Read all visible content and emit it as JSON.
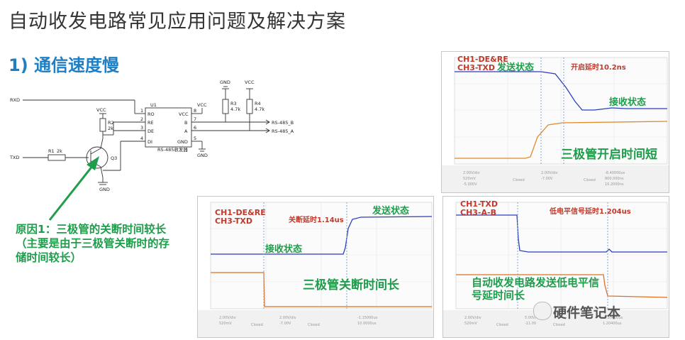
{
  "title": "自动收发电路常见应用问题及解决方案",
  "subtitle": "1) 通信速度慢",
  "circuit": {
    "labels": {
      "rxd": "RXD",
      "txd": "TXD",
      "u1": "U1",
      "ro": "RO",
      "re": "RE",
      "de": "DE",
      "di": "DI",
      "vcc_pin": "VCC",
      "b": "B",
      "a": "A",
      "gnd_pin": "GND",
      "chip": "RS-485收发器",
      "vcc1": "VCC",
      "vcc2": "VCC",
      "vcc3": "VCC",
      "gnd1": "GND",
      "gnd2": "GND",
      "gnd3": "GND",
      "r1": "R1",
      "r1v": "2k",
      "r2": "R2",
      "r2v": "2k",
      "r3": "R3",
      "r3v": "4.7k",
      "r4": "R4",
      "r4v": "4.7k",
      "q3": "Q3",
      "rs485b": "RS-485_B",
      "rs485a": "RS-485_A",
      "p1": "1",
      "p2": "2",
      "p3": "3",
      "p4": "4",
      "p5": "5",
      "p6": "6",
      "p7": "7",
      "p8": "8"
    }
  },
  "cause_text": "原因1：三极管的关断时间较长（主要是由于三极管关断时的存储时间较长）",
  "scopes": [
    {
      "ch1": "CH1-DE&RE",
      "ch3": "CH3-TXD",
      "delay": "开启延时10.2ns",
      "state1": "发送状态",
      "state2": "接收状态",
      "caption": "三极管开启时间短",
      "colors": {
        "ch1": "#2b3fbf",
        "ch3": "#e08a2a"
      }
    },
    {
      "ch1": "CH1-DE&RE",
      "ch3": "CH3-TXD",
      "delay": "关断延时1.14us",
      "state1": "发送状态",
      "state2": "接收状态",
      "caption": "三极管关断时间长",
      "colors": {
        "ch1": "#2b3fbf",
        "ch3": "#e07020"
      }
    },
    {
      "ch1": "CH1-TXD",
      "ch3": "CH3-A-B",
      "delay": "低电平信号延时1.204us",
      "caption": "自动收发电路发送低电平信号延时间长",
      "colors": {
        "ch1": "#2b3fbf",
        "ch3": "#e07020"
      }
    }
  ],
  "watermark": "硬件笔记本"
}
